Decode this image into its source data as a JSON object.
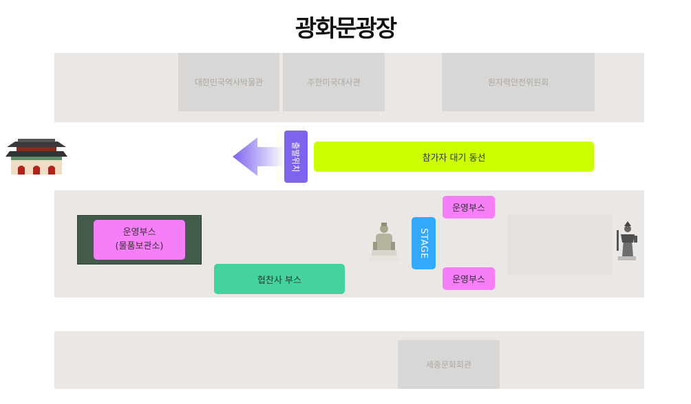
{
  "title": "광화문광장",
  "buildings": {
    "museum": "대한민국역사박물관",
    "embassy": "주한미국대사관",
    "nuclear": "원자력안전위원회",
    "sejong_center": "세종문화회관"
  },
  "route": {
    "start_label": "출발위치",
    "waiting_line": "참가자 대기 동선"
  },
  "booths": {
    "ops_left_line1": "운영부스",
    "ops_left_line2": "(물품보관소)",
    "ops_top": "운영부스",
    "ops_bottom": "운영부스",
    "sponsor": "협찬사 부스"
  },
  "stage": "STAGE",
  "icons": {
    "gate": "gwanghwamun-gate-icon",
    "king": "king-sejong-statue-icon",
    "admiral": "admiral-yi-statue-icon",
    "arrow": "arrow-left-icon"
  },
  "colors": {
    "booth": "#f67ff9",
    "waiting_line": "#ccff00",
    "sponsor": "#44d39e",
    "stage": "#34aaff",
    "start": "#7e63ef",
    "arrow": "#7e63ef"
  }
}
